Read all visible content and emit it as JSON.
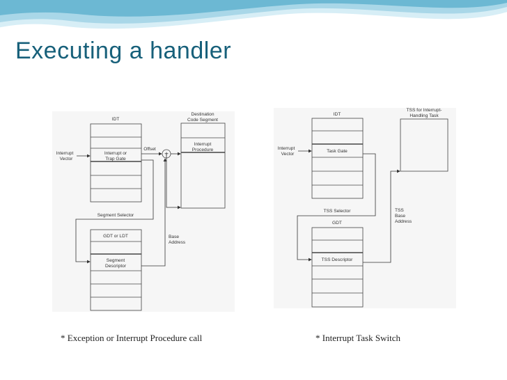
{
  "slide": {
    "title": "Executing a handler"
  },
  "left_diagram": {
    "idt_label": "IDT",
    "dest_label_1": "Destination",
    "dest_label_2": "Code Segment",
    "interrupt_vector_1": "Interrupt",
    "interrupt_vector_2": "Vector",
    "gate_label_1": "Interrupt or",
    "gate_label_2": "Trap Gate",
    "offset_label": "Offset",
    "plus_symbol": "+",
    "procedure_label_1": "Interrupt",
    "procedure_label_2": "Procedure",
    "segment_selector_label": "Segment Selector",
    "gdt_ldt_label": "GDT or LDT",
    "seg_desc_label_1": "Segment",
    "seg_desc_label_2": "Descriptor",
    "base_address_1": "Base",
    "base_address_2": "Address",
    "caption": "* Exception or Interrupt Procedure call"
  },
  "right_diagram": {
    "idt_label": "IDT",
    "tss_handler_label_1": "TSS for Interrupt-",
    "tss_handler_label_2": "Handling Task",
    "interrupt_vector_1": "Interrupt",
    "interrupt_vector_2": "Vector",
    "task_gate_label": "Task Gate",
    "tss_selector_label": "TSS Selector",
    "gdt_label": "GDT",
    "tss_descriptor_label": "TSS Descriptor",
    "tss_base_1": "TSS",
    "tss_base_2": "Base",
    "tss_base_3": "Address",
    "caption": "* Interrupt Task Switch"
  },
  "colors": {
    "title": "#17607a",
    "wave_light": "#d7eef6",
    "wave_mid": "#a9d7e8",
    "wave_dark": "#6cb8d3",
    "panel_bg": "#f6f6f6",
    "lines": "#333333"
  }
}
